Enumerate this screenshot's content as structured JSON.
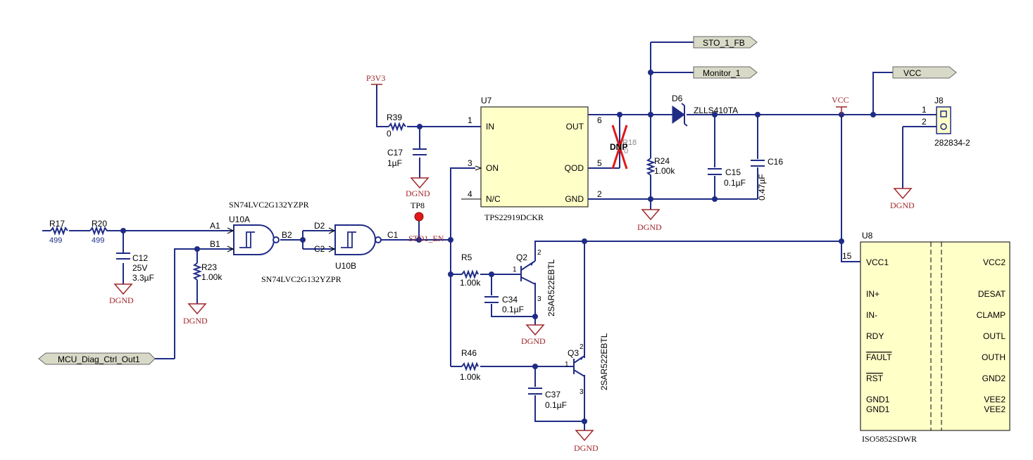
{
  "u7": {
    "ref": "U7",
    "part": "TPS22919DCKR",
    "pins": {
      "in": "IN",
      "on": "ON",
      "nc": "N/C",
      "out": "OUT",
      "qod": "QOD",
      "gnd": "GND"
    },
    "pin_numbers": {
      "in": "1",
      "on": "3",
      "nc": "4",
      "out": "6",
      "qod": "5",
      "gnd": "2"
    }
  },
  "u8": {
    "ref": "U8",
    "part": "ISO5852SDWR",
    "pin15": "15",
    "left_pins": [
      "VCC1",
      "IN+",
      "IN-",
      "RDY",
      "FAULT",
      "RST",
      "GND1",
      "GND1"
    ],
    "right_pins": [
      "VCC2",
      "DESAT",
      "CLAMP",
      "OUTL",
      "OUTH",
      "GND2",
      "VEE2",
      "VEE2"
    ]
  },
  "u10a": {
    "ref": "U10A",
    "part": "SN74LVC2G132YZPR",
    "pins": [
      "A1",
      "B1",
      "B2"
    ]
  },
  "u10b": {
    "ref": "U10B",
    "part": "SN74LVC2G132YZPR",
    "pins": [
      "D2",
      "C2",
      "C1"
    ]
  },
  "resistors": {
    "r17": {
      "ref": "R17",
      "value": "499"
    },
    "r20": {
      "ref": "R20",
      "value": "499"
    },
    "r23": {
      "ref": "R23",
      "value": "1.00k"
    },
    "r39": {
      "ref": "R39",
      "value": "0"
    },
    "r5": {
      "ref": "R5",
      "value": "1.00k"
    },
    "r46": {
      "ref": "R46",
      "value": "1.00k"
    },
    "r24": {
      "ref": "R24",
      "value": "1.00k"
    },
    "r18": {
      "ref": "R18",
      "value": "0",
      "dnp": "DNP"
    }
  },
  "capacitors": {
    "c12": {
      "ref": "C12",
      "voltage": "25V",
      "value": "3.3µF"
    },
    "c17": {
      "ref": "C17",
      "value": "1µF"
    },
    "c34": {
      "ref": "C34",
      "value": "0.1µF"
    },
    "c37": {
      "ref": "C37",
      "value": "0.1µF"
    },
    "c15": {
      "ref": "C15",
      "value": "0.1µF"
    },
    "c16": {
      "ref": "C16",
      "value": "0.47µF"
    }
  },
  "transistors": {
    "q2": {
      "ref": "Q2",
      "part": "2SAR522EBTL",
      "pins": [
        "1",
        "2",
        "3"
      ]
    },
    "q3": {
      "ref": "Q3",
      "part": "2SAR522EBTL",
      "pins": [
        "1",
        "2",
        "3"
      ]
    }
  },
  "d6": {
    "ref": "D6",
    "part": "ZLLS410TA"
  },
  "j8": {
    "ref": "J8",
    "part": "282834-2",
    "pins": [
      "1",
      "2"
    ]
  },
  "tp8": {
    "ref": "TP8"
  },
  "nets": {
    "p3v3": "P3V3",
    "dgnd": "DGND",
    "vcc": "VCC",
    "sto1_en": "STO1_EN",
    "sto_1_fb": "STO_1_FB",
    "monitor_1": "Monitor_1",
    "mcu_diag": "MCU_Diag_Ctrl_Out1"
  },
  "colors": {
    "wire": "#1f2c86",
    "power": "#a0262b",
    "ic_fill": "#ffffc8",
    "flag_fill": "#d9d9c8",
    "test_point": "#e01818",
    "dnp_mark": "#e01818"
  }
}
